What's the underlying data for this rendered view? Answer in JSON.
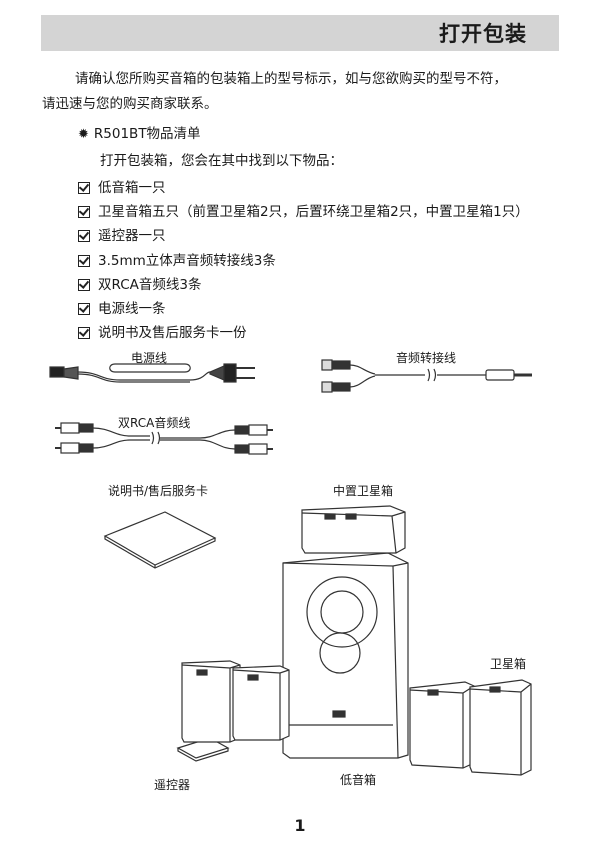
{
  "header": {
    "title": "打开包装"
  },
  "intro": {
    "line1": "请确认您所购买音箱的包装箱上的型号标示，如与您欲购买的型号不符，",
    "line2": "请迅速与您的购买商家联系。"
  },
  "list": {
    "title": "R501BT物品清单",
    "subtitle": "打开包装箱，您会在其中找到以下物品：",
    "items": [
      "低音箱一只",
      "卫星音箱五只（前置卫星箱2只，后置环绕卫星箱2只，中置卫星箱1只）",
      "遥控器一只",
      "3.5mm立体声音频转接线3条",
      "双RCA音频线3条",
      "电源线一条",
      "说明书及售后服务卡一份"
    ]
  },
  "figure": {
    "power_cable": "电源线",
    "audio_adapter": "音频转接线",
    "rca_cable": "双RCA音频线",
    "manual_card": "说明书/售后服务卡",
    "center_speaker": "中置卫星箱",
    "satellite": "卫星箱",
    "remote": "遥控器",
    "subwoofer": "低音箱"
  },
  "page_number": "1"
}
